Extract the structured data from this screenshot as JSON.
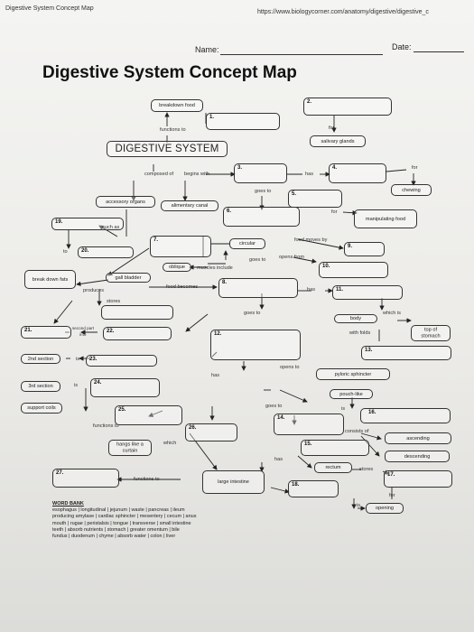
{
  "header": {
    "left": "Digestive System Concept Map",
    "url": "https://www.biologycorner.com/anatomy/digestive/digestive_c"
  },
  "name_label": "Name:",
  "date_label": "Date:",
  "title": "Digestive System Concept Map",
  "boxes": {
    "breakdown_food": "breakdown food",
    "digestive_system": "DIGESTIVE SYSTEM",
    "salivary_glands": "salivary glands",
    "chewing": "chewing",
    "accessory_organs": "accessory organs",
    "alimentary_canal": "alimentary canal",
    "manipulating_food": "manipulating food",
    "circular": "circular",
    "oblique": "oblique",
    "break_down_fats": "break down fats",
    "gall_bladder": "gall bladder",
    "body": "body",
    "top_of_stomach": "top of stomach",
    "second_section": "2nd section",
    "third_section": "3rd section",
    "support_coils": "support coils",
    "pyloric_sphincter": "pyloric sphincter",
    "pouch_like": "pouch-like",
    "ascending": "ascending",
    "descending": "descending",
    "hangs_like_a_curtain": "hangs like a curtain",
    "rectum": "rectum",
    "large_intestine": "large intestine",
    "opening": "opening"
  },
  "numbers": {
    "n1": "1.",
    "n2": "2.",
    "n3": "3.",
    "n4": "4.",
    "n5": "5.",
    "n6": "6.",
    "n7": "7.",
    "n8": "8.",
    "n9": "9.",
    "n10": "10.",
    "n11": "11.",
    "n12": "12.",
    "n13": "13.",
    "n14": "14.",
    "n15": "15.",
    "n16": "16.",
    "n17": "17.",
    "n18": "18.",
    "n19": "19.",
    "n20": "20.",
    "n21": "21.",
    "n22": "22.",
    "n23": "23.",
    "n24": "24.",
    "n25": "25.",
    "n26": "26.",
    "n27": "27."
  },
  "links": {
    "functions_to": "functions to",
    "for": "for",
    "composed_of": "composed of",
    "begins_with": "begins with",
    "has": "has",
    "goes_to": "goes to",
    "such_as": "such as",
    "to": "to",
    "food_moves_by": "food moves by",
    "opens_from": "opens from",
    "muscles_include": "muscles include",
    "produces": "produces",
    "food_becomes": "food becomes",
    "stores": "stores",
    "which_is": "which is",
    "with_folds": "with folds",
    "second_part": "second part",
    "into": "into",
    "is": "is",
    "opens_to": "opens to",
    "consists_of": "consists of",
    "which": "which"
  },
  "word_bank": {
    "heading": "WORD BANK",
    "lines": [
      "esophagus | longitudinal | jejunum | waste | pancreas | ileum",
      "producing amylase | cardiac sphincter | mesentery | cecum | anus",
      "mouth | rugae | peristalsis | tongue | transverse | small intestine",
      "teeth | absorb nutrients | stomach | greater omentum | bile",
      "fundus | duodenum | chyme | absorb water | colon | liver"
    ]
  }
}
